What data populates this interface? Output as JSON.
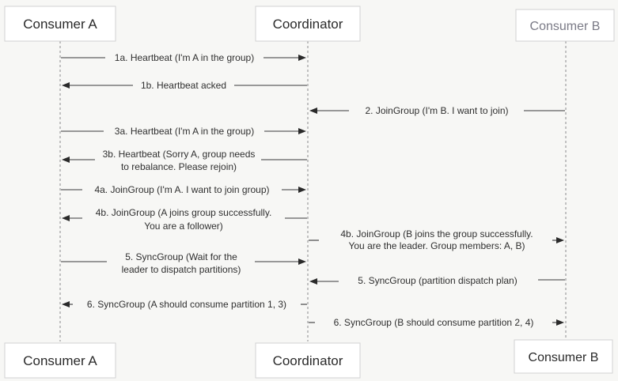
{
  "participants": {
    "consumer_a": "Consumer A",
    "coordinator": "Coordinator",
    "consumer_b": "Consumer B"
  },
  "messages": [
    {
      "id": "m1a",
      "from": "consumer_a",
      "to": "coordinator",
      "lines": [
        "1a. Heartbeat (I'm A in the group)"
      ]
    },
    {
      "id": "m1b",
      "from": "coordinator",
      "to": "consumer_a",
      "lines": [
        "1b. Heartbeat acked"
      ]
    },
    {
      "id": "m2",
      "from": "consumer_b",
      "to": "coordinator",
      "lines": [
        "2. JoinGroup (I'm B. I want to join)"
      ]
    },
    {
      "id": "m3a",
      "from": "consumer_a",
      "to": "coordinator",
      "lines": [
        "3a. Heartbeat (I'm A in the group)"
      ]
    },
    {
      "id": "m3b",
      "from": "coordinator",
      "to": "consumer_a",
      "lines": [
        "3b. Heartbeat (Sorry A, group needs",
        "to rebalance. Please rejoin)"
      ]
    },
    {
      "id": "m4a",
      "from": "consumer_a",
      "to": "coordinator",
      "lines": [
        "4a. JoinGroup (I'm A. I want to join group)"
      ]
    },
    {
      "id": "m4b_a",
      "from": "coordinator",
      "to": "consumer_a",
      "lines": [
        "4b. JoinGroup (A joins group successfully.",
        "You are a follower)"
      ]
    },
    {
      "id": "m4b_b",
      "from": "coordinator",
      "to": "consumer_b",
      "lines": [
        "4b. JoinGroup (B joins the group successfully.",
        "You are the leader. Group members: A, B)"
      ]
    },
    {
      "id": "m5_a",
      "from": "consumer_a",
      "to": "coordinator",
      "lines": [
        "5. SyncGroup (Wait for the",
        "leader to dispatch partitions)"
      ]
    },
    {
      "id": "m5_b",
      "from": "consumer_b",
      "to": "coordinator",
      "lines": [
        "5. SyncGroup (partition dispatch plan)"
      ]
    },
    {
      "id": "m6_a",
      "from": "coordinator",
      "to": "consumer_a",
      "lines": [
        "6. SyncGroup (A should consume partition 1, 3)"
      ]
    },
    {
      "id": "m6_b",
      "from": "coordinator",
      "to": "consumer_b",
      "lines": [
        "6. SyncGroup (B should consume partition 2, 4)"
      ]
    }
  ]
}
